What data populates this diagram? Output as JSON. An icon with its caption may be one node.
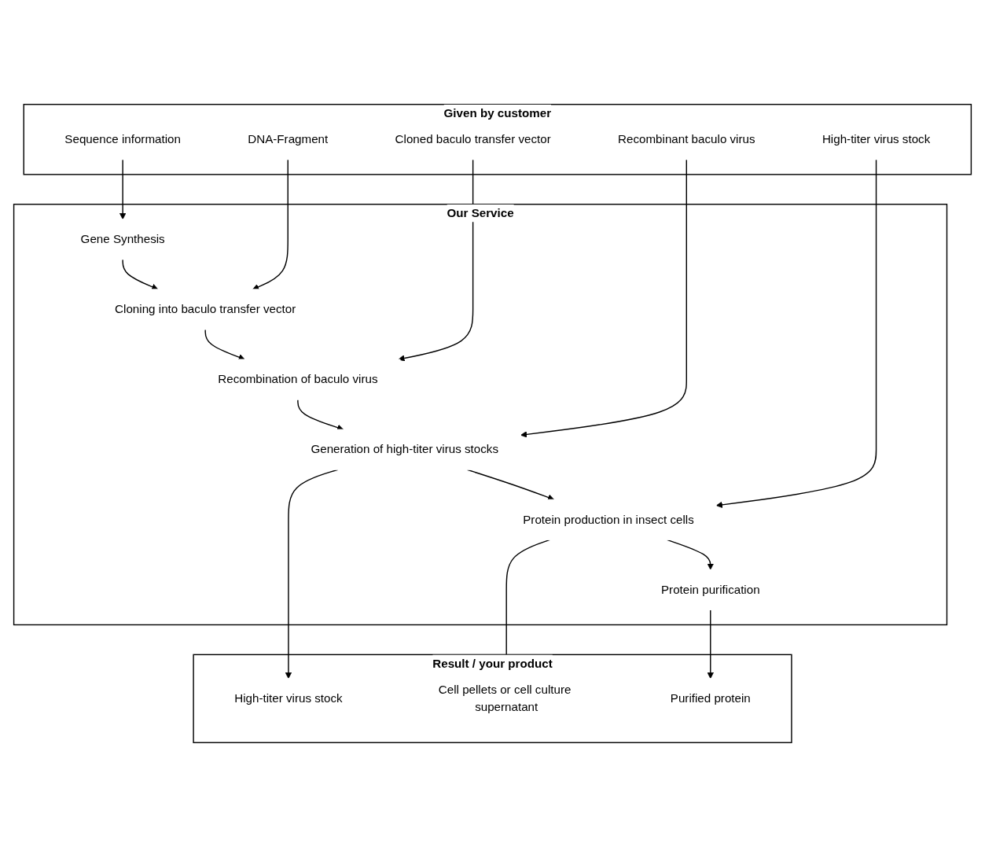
{
  "diagram": {
    "nodes": [
      {
        "text": [
          "Given by customer"
        ]
      },
      {
        "text": [
          "Sequence information"
        ],
        "in": 0
      },
      {
        "text": [
          "DNA-Fragment"
        ],
        "in": 0
      },
      {
        "text": [
          "Cloned baculo transfer vector"
        ],
        "in": 0
      },
      {
        "text": [
          "Recombinant baculo virus"
        ],
        "in": 0
      },
      {
        "text": [
          "High-titer virus stock"
        ],
        "in": 0
      },
      {
        "text": [
          "Our Service"
        ]
      },
      {
        "text": [
          "Gene Synthesis"
        ],
        "in": 6
      },
      {
        "text": [
          "Cloning into baculo transfer vector"
        ],
        "in": 6
      },
      {
        "text": [
          "Recombination of baculo virus"
        ],
        "in": 6
      },
      {
        "text": [
          "Generation of high-titer virus stocks"
        ],
        "in": 6
      },
      {
        "text": [
          "Protein production in insect cells"
        ],
        "in": 6
      },
      {
        "text": [
          "Protein purification"
        ],
        "in": 6
      },
      {
        "text": [
          "Result / your product"
        ]
      },
      {
        "text": [
          "High-titer virus stock"
        ],
        "in": 13
      },
      {
        "text": [
          "Cell pellets or cell culture supernatant"
        ],
        "in": 13
      },
      {
        "text": [
          "Purified protein"
        ],
        "in": 13
      }
    ],
    "edges": [
      {
        "from": 1,
        "to": 7,
        "arrow": "to"
      },
      {
        "from": 7,
        "to": 8,
        "arrow": "to"
      },
      {
        "from": 2,
        "to": 8,
        "arrow": "to"
      },
      {
        "from": 8,
        "to": 9,
        "arrow": "to"
      },
      {
        "from": 3,
        "to": 9,
        "arrow": "to"
      },
      {
        "from": 9,
        "to": 10,
        "arrow": "to"
      },
      {
        "from": 4,
        "to": 10,
        "arrow": "to"
      },
      {
        "from": 10,
        "to": 14,
        "arrow": "to"
      },
      {
        "from": 10,
        "to": 11,
        "arrow": "to"
      },
      {
        "from": 5,
        "to": 11,
        "arrow": "to"
      },
      {
        "from": 11,
        "to": 15,
        "arrow": "to"
      },
      {
        "from": 11,
        "to": 12,
        "arrow": "to"
      },
      {
        "from": 12,
        "to": 16,
        "arrow": "to"
      }
    ]
  }
}
